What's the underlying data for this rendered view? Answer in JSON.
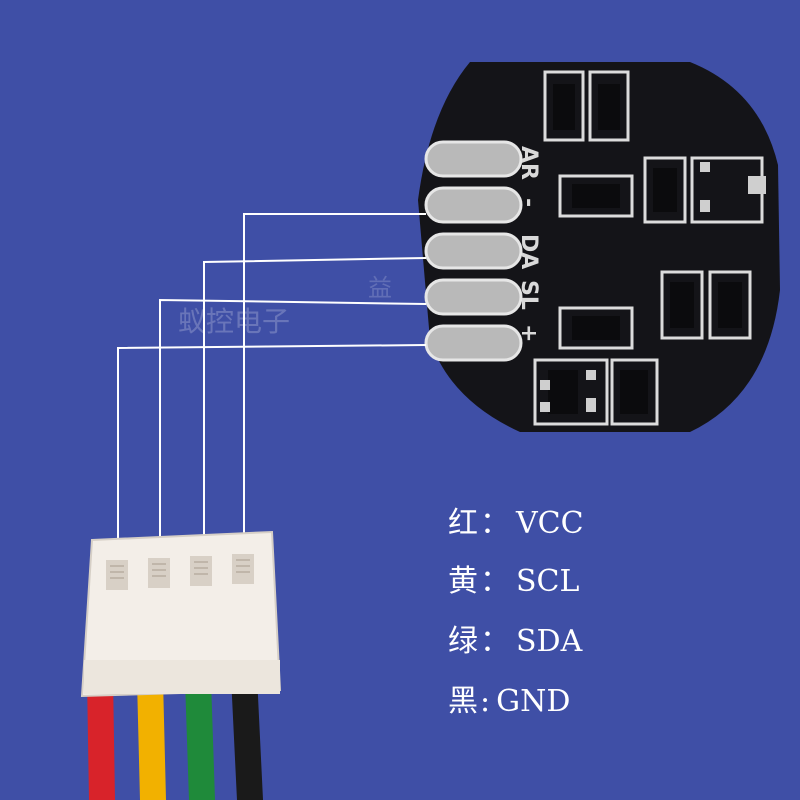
{
  "board": {
    "silkscreen_labels": [
      "AR",
      "-",
      "DA",
      "SL",
      "+"
    ]
  },
  "wiring": {
    "legend": [
      {
        "color_word": "红",
        "sep": "：",
        "signal": "VCC",
        "wire_color": "#d8232a"
      },
      {
        "color_word": "黄",
        "sep": "：",
        "signal": "SCL",
        "wire_color": "#f2b100"
      },
      {
        "color_word": "绿",
        "sep": "：",
        "signal": "SDA",
        "wire_color": "#1f8a3a"
      },
      {
        "color_word": "黑",
        "sep": ":",
        "signal": "GND",
        "wire_color": "#1a1a1a"
      }
    ]
  },
  "watermark": {
    "text": "蚁控电子",
    "text2": "益"
  },
  "colors": {
    "background": "#3f4fa6",
    "pcb": "#141418",
    "pad": "#bfbfbf",
    "connector": "#f3eee8"
  }
}
